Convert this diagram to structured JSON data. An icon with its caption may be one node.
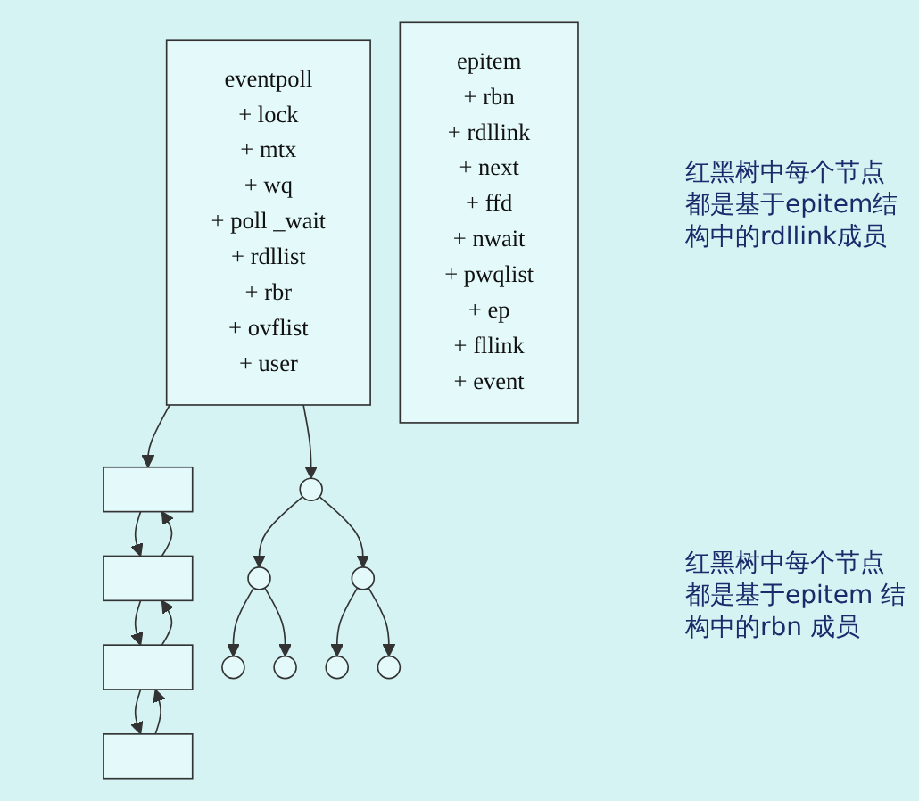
{
  "diagram": {
    "nodes": [
      {
        "text": [],
        "shape": "box"
      },
      {
        "text": [],
        "shape": "box"
      },
      {
        "text": [],
        "shape": "box"
      },
      {
        "text": [],
        "shape": "box"
      },
      {
        "text": [
          "eventpoll",
          "+ lock",
          "+ mtx",
          "+ wq",
          "+ poll _wait",
          "+ rdllist",
          "+ rbr",
          "+ ovflist",
          "+ user"
        ]
      },
      {
        "text": [
          "epitem",
          "+ rbn",
          "+ rdllink",
          "+ next",
          "+ ffd",
          "+ nwait",
          "+ pwqlist",
          "+ ep",
          "+ fllink",
          "+ event"
        ]
      },
      {
        "text": [],
        "shape": "circle"
      },
      {
        "text": [],
        "shape": "circle"
      },
      {
        "text": [],
        "shape": "circle"
      },
      {
        "text": [],
        "shape": "circle"
      },
      {
        "text": [],
        "shape": "circle"
      },
      {
        "text": [],
        "shape": "circle"
      },
      {
        "text": [],
        "shape": "circle"
      }
    ],
    "edges": [
      {
        "from": 0,
        "to": 1,
        "arrow": "to"
      },
      {
        "from": 1,
        "to": 0,
        "arrow": "to"
      },
      {
        "from": 1,
        "to": 2,
        "arrow": "to"
      },
      {
        "from": 2,
        "to": 1,
        "arrow": "to"
      },
      {
        "from": 2,
        "to": 3,
        "arrow": "to"
      },
      {
        "from": 3,
        "to": 2,
        "arrow": "to"
      },
      {
        "from": 4,
        "to": 0,
        "arrow": "to"
      },
      {
        "from": 4,
        "to": 6,
        "arrow": "to"
      },
      {
        "from": 6,
        "to": 7,
        "arrow": "to"
      },
      {
        "from": 6,
        "to": 8,
        "arrow": "to"
      },
      {
        "from": 7,
        "to": 9,
        "arrow": "to"
      },
      {
        "from": 7,
        "to": 10,
        "arrow": "to"
      },
      {
        "from": 8,
        "to": 11,
        "arrow": "to"
      },
      {
        "from": 8,
        "to": 12,
        "arrow": "to"
      }
    ],
    "labels": [
      "红黑树中每个节点都是基于epitem结构中的rdllink成员",
      "红黑树中每个节点都是基于epitem 结构中的rbn 成员"
    ]
  }
}
